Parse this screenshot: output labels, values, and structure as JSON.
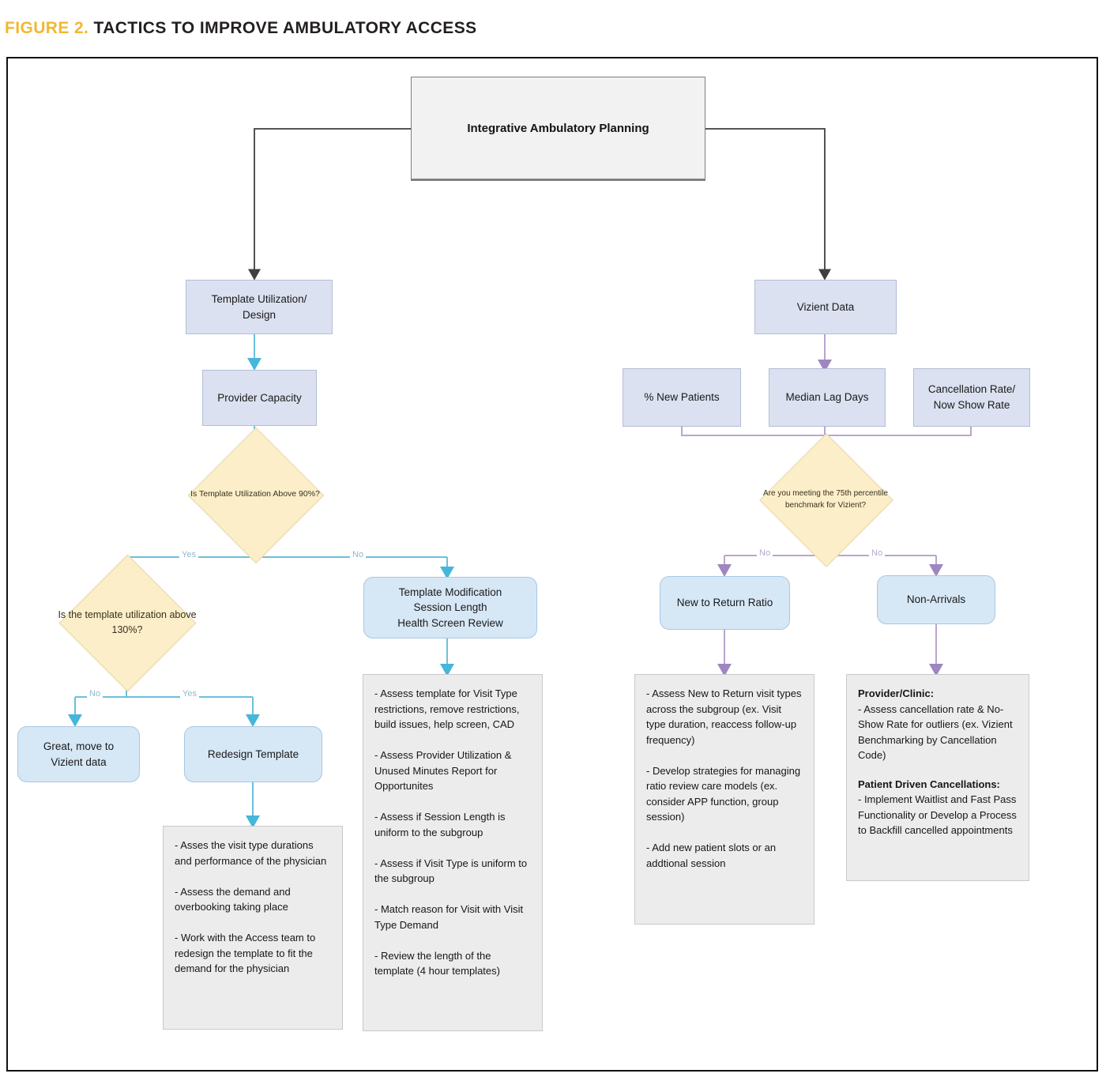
{
  "header": {
    "figure_number": "FIGURE 2.",
    "title": "TACTICS TO IMPROVE AMBULATORY ACCESS",
    "accent_color": "#f2b831",
    "title_color": "#231f20"
  },
  "colors": {
    "top_box_fill": "#f2f2f2",
    "process_fill": "#dbe1f0",
    "rounded_fill": "#d6e7f5",
    "decision_fill": "#fbeec8",
    "note_fill": "#ececec",
    "left_connector": "#6cc0dd",
    "right_connector": "#b9a5cf",
    "top_connector": "#3f3f3f"
  },
  "chart_data": {
    "type": "diagram",
    "title": "Tactics to Improve Ambulatory Access",
    "nodes": [
      {
        "id": "root",
        "shape": "rect-3d",
        "label": "Integrative Ambulatory Planning"
      },
      {
        "id": "template-util",
        "shape": "rect",
        "label": "Template Utilization/\nDesign"
      },
      {
        "id": "provider-cap",
        "shape": "rect",
        "label": "Provider Capacity"
      },
      {
        "id": "d-util-90",
        "shape": "diamond",
        "label": "Is Template Utilization Above 90%?"
      },
      {
        "id": "d-util-130",
        "shape": "diamond",
        "label": "Is the template utilization above 130%?"
      },
      {
        "id": "template-mod",
        "shape": "rounded",
        "label": "Template Modification\nSession Length\nHealth Screen Review"
      },
      {
        "id": "great-move",
        "shape": "rounded",
        "label": "Great, move to\nVizient data"
      },
      {
        "id": "redesign",
        "shape": "rounded",
        "label": "Redesign Template"
      },
      {
        "id": "note-redesign",
        "shape": "note",
        "label": "- Asses the visit type durations and performance of the physician\n\n- Assess the demand and overbooking taking place\n\n- Work with the Access team to redesign the template to fit the demand for the physician"
      },
      {
        "id": "note-template-mod",
        "shape": "note",
        "label": "- Assess template for Visit Type restrictions, remove restrictions, build issues, help screen, CAD\n\n- Assess Provider Utilization & Unused Minutes Report for Opportunites\n\n- Assess if Session Length is uniform to the subgroup\n\n- Assess if Visit Type is uniform to the subgroup\n\n- Match reason for Visit with Visit Type Demand\n\n- Review the length of the template (4 hour templates)"
      },
      {
        "id": "vizient-data",
        "shape": "rect",
        "label": "Vizient Data"
      },
      {
        "id": "pct-new",
        "shape": "rect",
        "label": "% New Patients"
      },
      {
        "id": "median-lag",
        "shape": "rect",
        "label": "Median Lag Days"
      },
      {
        "id": "cancel-rate",
        "shape": "rect",
        "label": "Cancellation Rate/\nNow Show Rate"
      },
      {
        "id": "d-benchmark",
        "shape": "diamond",
        "label": "Are you meeting the 75th percentile benchmark for Vizient?"
      },
      {
        "id": "new-return",
        "shape": "rounded",
        "label": "New to Return Ratio"
      },
      {
        "id": "non-arrivals",
        "shape": "rounded",
        "label": "Non-Arrivals"
      },
      {
        "id": "note-new-return",
        "shape": "note",
        "label": "- Assess New to Return visit types across the subgroup (ex. Visit type duration, reaccess follow-up frequency)\n\n- Develop strategies for managing ratio review care models  (ex. consider APP function, group session)\n\n- Add new patient slots or an addtional session"
      },
      {
        "id": "note-non-arrivals",
        "shape": "note",
        "label": "NOTE_RICH"
      }
    ],
    "edges": [
      {
        "from": "root",
        "to": "template-util",
        "label": ""
      },
      {
        "from": "root",
        "to": "vizient-data",
        "label": ""
      },
      {
        "from": "template-util",
        "to": "provider-cap",
        "label": ""
      },
      {
        "from": "provider-cap",
        "to": "d-util-90",
        "label": ""
      },
      {
        "from": "d-util-90",
        "to": "d-util-130",
        "label": "Yes"
      },
      {
        "from": "d-util-90",
        "to": "template-mod",
        "label": "No"
      },
      {
        "from": "d-util-130",
        "to": "great-move",
        "label": "No"
      },
      {
        "from": "d-util-130",
        "to": "redesign",
        "label": "Yes"
      },
      {
        "from": "redesign",
        "to": "note-redesign",
        "label": ""
      },
      {
        "from": "template-mod",
        "to": "note-template-mod",
        "label": ""
      },
      {
        "from": "vizient-data",
        "to": "median-lag",
        "label": ""
      },
      {
        "from": "median-lag",
        "to": "d-benchmark",
        "label": ""
      },
      {
        "from": "d-benchmark",
        "to": "new-return",
        "label": "No"
      },
      {
        "from": "d-benchmark",
        "to": "non-arrivals",
        "label": "No"
      },
      {
        "from": "new-return",
        "to": "note-new-return",
        "label": ""
      },
      {
        "from": "non-arrivals",
        "to": "note-non-arrivals",
        "label": ""
      }
    ]
  },
  "nodes": {
    "root": "Integrative Ambulatory Planning",
    "template_util": "Template Utilization/\nDesign",
    "provider_cap": "Provider Capacity",
    "d_util_90": "Is Template Utilization Above 90%?",
    "d_util_130": "Is the template utilization above 130%?",
    "template_mod": "Template Modification\nSession Length\nHealth Screen Review",
    "great_move": "Great, move to\nVizient data",
    "redesign": "Redesign Template",
    "vizient_data": "Vizient Data",
    "pct_new": "% New Patients",
    "median_lag": "Median Lag Days",
    "cancel_rate": "Cancellation Rate/\nNow Show Rate",
    "d_benchmark": "Are you meeting the 75th percentile benchmark for Vizient?",
    "new_return": "New to Return Ratio",
    "non_arrivals": "Non-Arrivals"
  },
  "notes": {
    "redesign": "- Asses the visit type durations and performance of the physician\n\n- Assess the demand and overbooking taking place\n\n- Work with the Access team to redesign the template to fit the demand for the physician",
    "template_mod": "- Assess template for Visit Type restrictions, remove restrictions, build issues, help screen, CAD\n\n- Assess Provider Utilization & Unused Minutes Report for Opportunites\n\n- Assess if Session Length is uniform to the subgroup\n\n- Assess if Visit Type is uniform to the subgroup\n\n- Match reason for Visit with Visit Type Demand\n\n- Review the length of the template (4 hour templates)",
    "new_return": "- Assess New to Return visit types across the subgroup (ex. Visit type duration, reaccess follow-up frequency)\n\n- Develop strategies for managing ratio review care models  (ex. consider APP function, group session)\n\n- Add new patient slots or an addtional session",
    "non_arrivals_heading_1": "Provider/Clinic:",
    "non_arrivals_body_1": "- Assess cancellation rate & No- Show Rate for outliers (ex. Vizient Benchmarking by Cancellation Code)",
    "non_arrivals_heading_2": "Patient Driven Cancellations:",
    "non_arrivals_body_2": "- Implement Waitlist and Fast Pass Functionality or Develop a Process to Backfill cancelled appointments"
  },
  "edge_labels": {
    "util90_yes": "Yes",
    "util90_no": "No",
    "util130_no": "No",
    "util130_yes": "Yes",
    "bench_no_left": "No",
    "bench_no_right": "No"
  }
}
